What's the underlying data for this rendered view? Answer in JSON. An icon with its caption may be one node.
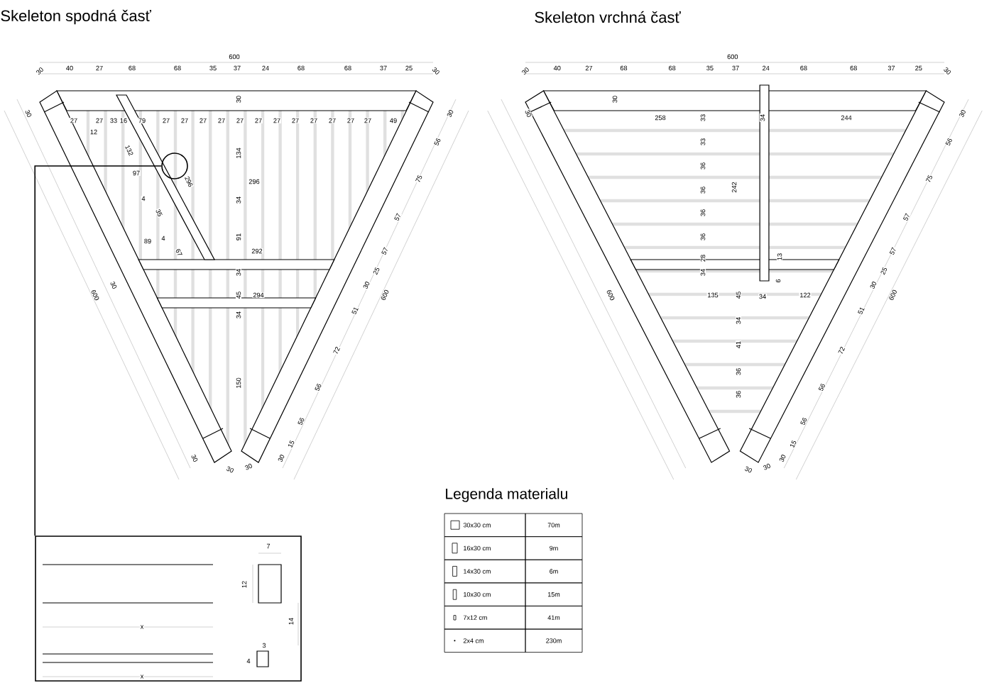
{
  "diagram": {
    "nodes": [
      {
        "text": [],
        "shape": "circle"
      },
      {
        "text": [],
        "shape": "box"
      }
    ],
    "edges": [
      {
        "from": 0,
        "to": 1,
        "arrow": "none"
      }
    ],
    "labels": [
      "Skeleton spodná časť",
      "Skeleton vrchná časť",
      "600",
      "30",
      "40",
      "27",
      "68",
      "68",
      "35",
      "37",
      "24",
      "68",
      "68",
      "37",
      "25",
      "30",
      "30",
      "27",
      "27",
      "33",
      "16",
      "79",
      "27",
      "27",
      "27",
      "27",
      "27",
      "27",
      "27",
      "27",
      "27",
      "27",
      "27",
      "27",
      "49",
      "12",
      "30",
      "132",
      "134",
      "97",
      "296",
      "296",
      "4",
      "35",
      "34",
      "91",
      "89",
      "4",
      "67",
      "292",
      "34",
      "30",
      "45",
      "294",
      "34",
      "150",
      "600",
      "30",
      "30",
      "30",
      "30",
      "56",
      "75",
      "57",
      "57",
      "25",
      "30",
      "600",
      "51",
      "72",
      "56",
      "56",
      "15",
      "30",
      "600",
      "30",
      "40",
      "27",
      "68",
      "68",
      "35",
      "37",
      "24",
      "68",
      "68",
      "37",
      "25",
      "30",
      "30",
      "30",
      "258",
      "33",
      "34",
      "244",
      "33",
      "36",
      "36",
      "36",
      "36",
      "28",
      "34",
      "242",
      "13",
      "6",
      "135",
      "45",
      "34",
      "122",
      "34",
      "41",
      "36",
      "36",
      "600",
      "30",
      "30",
      "30",
      "56",
      "75",
      "57",
      "57",
      "25",
      "30",
      "600",
      "51",
      "72",
      "56",
      "56",
      "15",
      "30",
      "7",
      "12",
      "14",
      "3",
      "4",
      "x",
      "x",
      "Legenda materialu",
      "30x30 cm",
      "70m",
      "16x30 cm",
      "9m",
      "14x30 cm",
      "6m",
      "10x30 cm",
      "15m",
      "7x12 cm",
      "41m",
      "2x4 cm",
      "230m"
    ]
  }
}
